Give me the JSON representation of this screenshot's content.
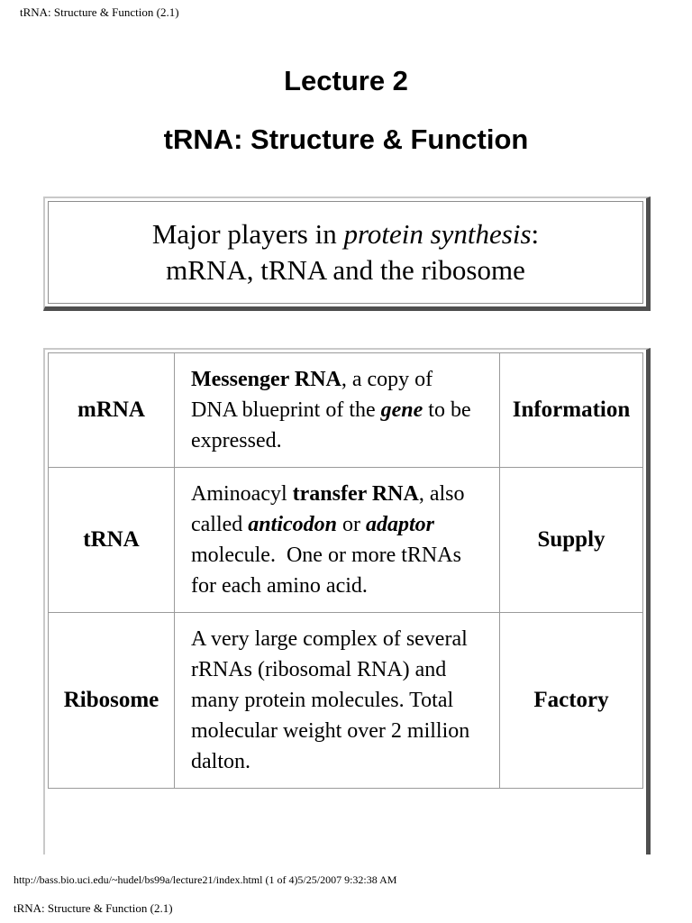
{
  "page": {
    "running_header": "tRNA: Structure & Function (2.1)",
    "footer": {
      "url_line": "http://bass.bio.uci.edu/~hudel/bs99a/lecture21/index.html (1 of 4)5/25/2007 9:32:38 AM",
      "next_page_header": "tRNA: Structure & Function (2.1)"
    }
  },
  "headings": {
    "lecture": "Lecture 2",
    "title": "tRNA: Structure & Function"
  },
  "callout": {
    "line1_runs": [
      {
        "t": "Major players in "
      },
      {
        "t": "protein synthesis",
        "i": true
      },
      {
        "t": ":"
      }
    ],
    "line2": "mRNA, tRNA and the ribosome"
  },
  "players_table": {
    "rows": [
      {
        "name": "mRNA",
        "role": "Information",
        "desc_runs": [
          {
            "t": "Messenger RNA",
            "b": true
          },
          {
            "t": ", a copy of DNA blueprint of the "
          },
          {
            "t": "gene",
            "b": true,
            "i": true
          },
          {
            "t": " to be expressed."
          }
        ]
      },
      {
        "name": "tRNA",
        "role": "Supply",
        "desc_runs": [
          {
            "t": "Aminoacyl "
          },
          {
            "t": "transfer RNA",
            "b": true
          },
          {
            "t": ", also called "
          },
          {
            "t": "anticodon",
            "b": true,
            "i": true
          },
          {
            "t": " or "
          },
          {
            "t": "adaptor",
            "b": true,
            "i": true
          },
          {
            "t": " molecule.  One or more tRNAs for each amino acid."
          }
        ]
      },
      {
        "name": "Ribosome",
        "role": "Factory",
        "desc_runs": [
          {
            "t": "A very large complex of several rRNAs (ribosomal RNA) and many protein molecules. Total molecular weight over 2 million dalton."
          }
        ]
      }
    ]
  },
  "colors": {
    "frame_light": "#c9c9c9",
    "frame_dark": "#4f4f4f",
    "inner_border": "#8d8d8d",
    "cell_border": "#9a9a9a",
    "text": "#000000",
    "background": "#ffffff"
  }
}
